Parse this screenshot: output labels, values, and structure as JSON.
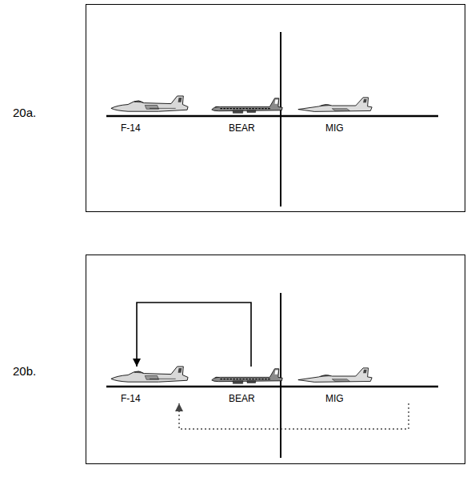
{
  "diagram": {
    "nodes": [
      {
        "text": [
          "20a."
        ]
      },
      {
        "text": [
          "F-14"
        ],
        "in": 0
      },
      {
        "text": [
          "BEAR"
        ],
        "in": 0
      },
      {
        "text": [
          "MIG"
        ],
        "in": 0
      },
      {
        "text": [
          "20b."
        ]
      },
      {
        "text": [
          "F-14"
        ],
        "in": 4
      },
      {
        "text": [
          "BEAR"
        ],
        "in": 4
      },
      {
        "text": [
          "MIG"
        ],
        "in": 4
      }
    ],
    "edges": [
      {
        "from": 6,
        "to": 5,
        "arrow": "to"
      },
      {
        "from": 7,
        "to": 5,
        "arrow": "to"
      }
    ]
  }
}
